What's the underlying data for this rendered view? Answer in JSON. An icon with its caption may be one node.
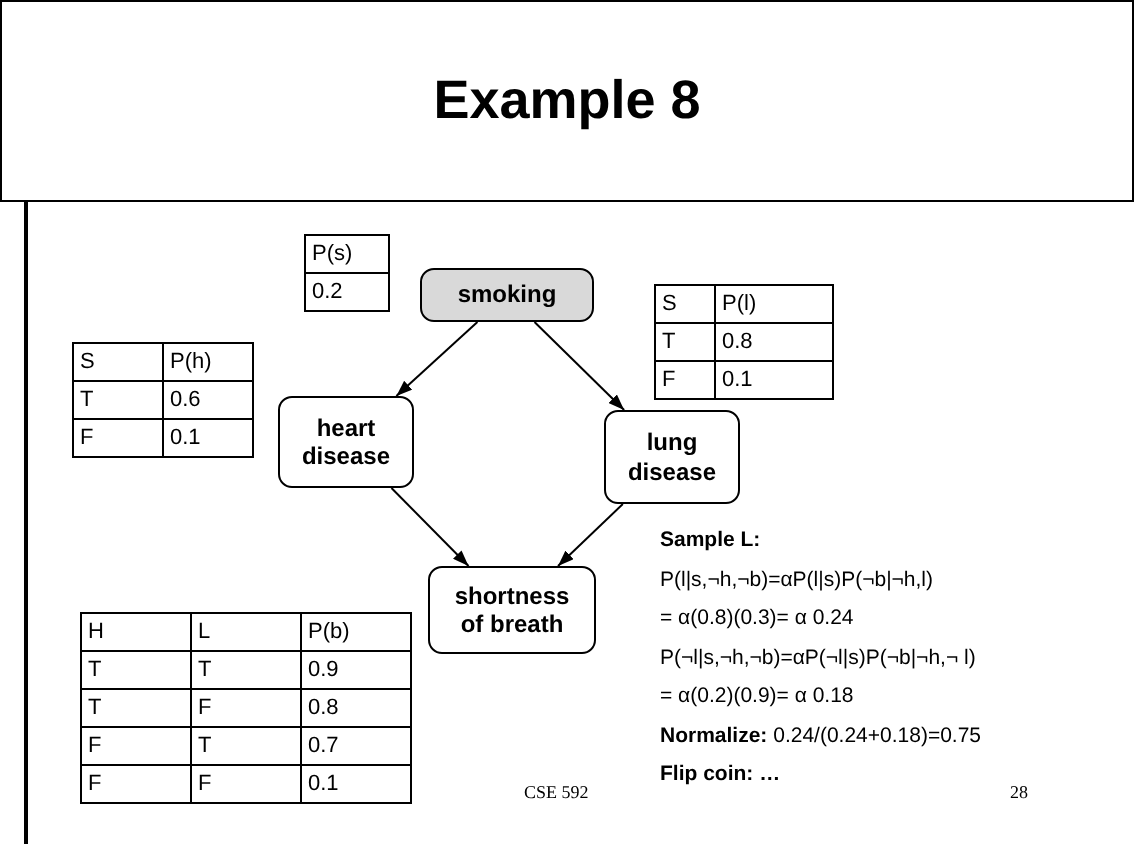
{
  "diagram": {
    "title": "Example 8",
    "nodes": [
      {
        "text": [
          "smoking"
        ]
      },
      {
        "text": [
          "heart disease"
        ]
      },
      {
        "text": [
          "lung disease"
        ]
      },
      {
        "text": [
          "shortness of breath"
        ]
      }
    ],
    "edges": [
      {
        "from": 0,
        "to": 1,
        "arrow": "to"
      },
      {
        "from": 0,
        "to": 2,
        "arrow": "to"
      },
      {
        "from": 1,
        "to": 3,
        "arrow": "to"
      },
      {
        "from": 2,
        "to": 3,
        "arrow": "to"
      }
    ],
    "labels": [
      "P(s)",
      "0.2",
      "S",
      "P(l)",
      "T",
      "0.8",
      "F",
      "0.1",
      "S",
      "P(h)",
      "T",
      "0.6",
      "F",
      "0.1",
      "Sample L:",
      "P(l|s,¬h,¬b)=αP(l|s)P(¬b|¬h,l)",
      "= α(0.8)(0.3)= α 0.24",
      "P(¬l|s,¬h,¬b)=αP(¬l|s)P(¬b|¬h,¬ l)",
      "= α(0.2)(0.9)= α 0.18",
      "**Normalize:** 0.24/(0.24+0.18)=0.75",
      "Flip coin: …",
      "H",
      "L",
      "P(b)",
      "T",
      "T",
      "0.9",
      "T",
      "F",
      "0.8",
      "F",
      "T",
      "0.7",
      "F",
      "F",
      "0.1",
      "CSE 592",
      "28"
    ]
  }
}
